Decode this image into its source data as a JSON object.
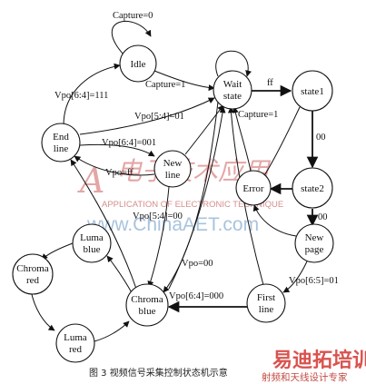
{
  "diagram": {
    "states": {
      "idle": "Idle",
      "wait_state": [
        "Wait",
        "state"
      ],
      "state1": "state1",
      "state2": "state2",
      "error": "Error",
      "end_line": [
        "End",
        "line"
      ],
      "new_line": [
        "New",
        "line"
      ],
      "new_page": [
        "New",
        "page"
      ],
      "first_line": [
        "First",
        "line"
      ],
      "chroma_blue": [
        "Chroma",
        "blue"
      ],
      "luma_blue": [
        "Luma",
        "blue"
      ],
      "chroma_red": [
        "Chroma",
        "red"
      ],
      "luma_red": [
        "Luma",
        "red"
      ]
    },
    "transitions": {
      "idle_self": "Capture=0",
      "idle_to_wait": "Capture=1",
      "endline_to_idle": "Vpo[6:4]=111",
      "endline_to_wait": "Vpo[5:4]=01",
      "endline_to_newline": "Vpo[6:4]=001",
      "wait_to_state1": "ff",
      "state1_to_state2": "00",
      "error_to_wait": "Capture=1",
      "state2_to_newpage": "00",
      "newline_to_endline": "Vpo=ff",
      "newline_to_chromablue": "Vpo[5:4]=00",
      "to_chromablue": "Vpo=00",
      "newpage_to_firstline": "Vpo[6:5]=01",
      "firstline_to_chromablue": "Vpo[6:4]=000"
    },
    "caption": "图 3   视频信号采集控制状态机示意"
  },
  "watermarks": {
    "logo_glyphs": "电子技术应用",
    "application": "APPLICATION OF ELECTRONIC TECHNIQUE",
    "url": "www.ChinaAET.com",
    "brand": "易迪拓培训",
    "brand_sub": "射频和天线设计专家"
  }
}
